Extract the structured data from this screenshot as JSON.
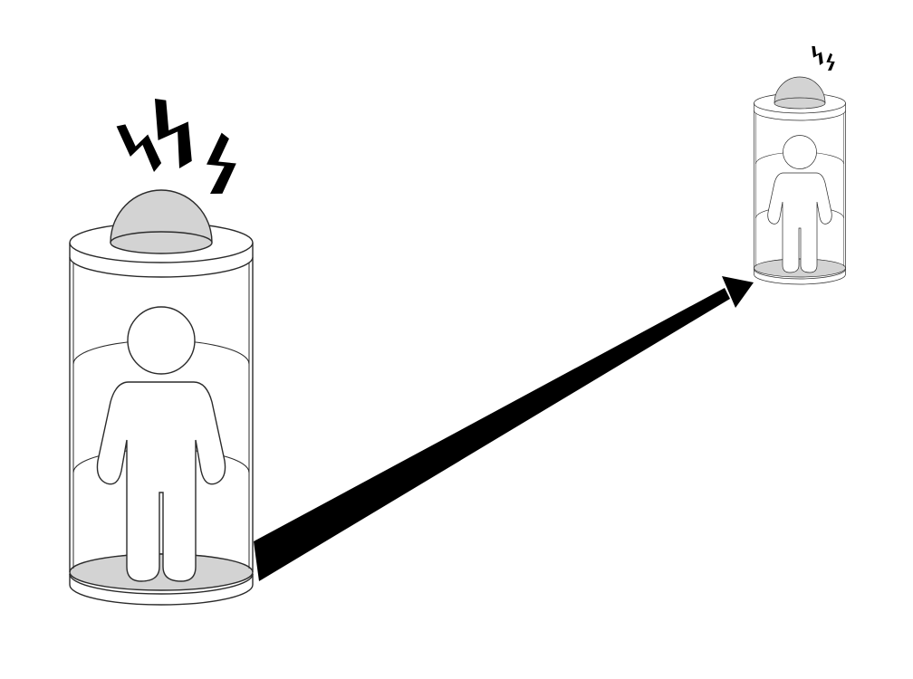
{
  "diagram": {
    "type": "illustration",
    "colors": {
      "background": "#ffffff",
      "outline": "#2b2b2b",
      "shade": "#d3d3d3",
      "fill": "#ffffff",
      "arrow": "#000000",
      "spark": "#000000"
    },
    "pods": [
      {
        "role": "source",
        "icons": [
          "person-icon",
          "dome-light-icon",
          "lightning-icon"
        ],
        "lightning_bolts": 3
      },
      {
        "role": "destination",
        "icons": [
          "person-icon",
          "dome-light-icon",
          "lightning-icon"
        ],
        "lightning_bolts": 2
      }
    ],
    "connection": {
      "from": "source",
      "to": "destination",
      "style": "tapered-arrow"
    }
  }
}
